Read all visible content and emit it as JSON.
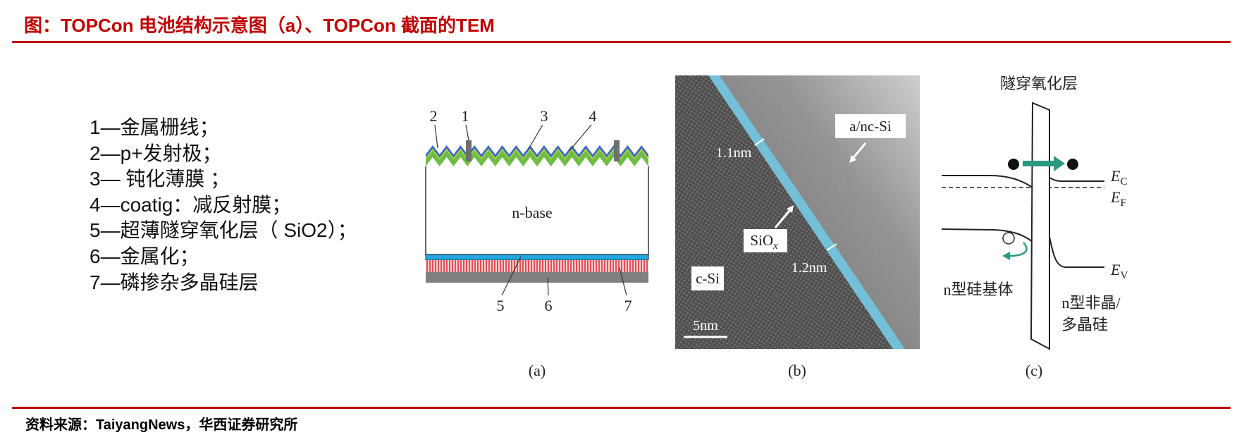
{
  "title": "图：TOPCon 电池结构示意图（a）、TOPCon 截面的TEM",
  "legend": [
    "1—金属栅线；",
    "2—p+发射极；",
    "3— 钝化薄膜 ；",
    "4—coatig：减反射膜；",
    "5—超薄隧穿氧化层（ SiO2）；",
    "6—金属化；",
    "7—磷掺杂多晶硅层"
  ],
  "figure_a": {
    "top_labels": [
      "2",
      "1",
      "3",
      "4"
    ],
    "bottom_labels": [
      "5",
      "6",
      "7"
    ],
    "base_label": "n-base",
    "caption": "(a)"
  },
  "figure_b": {
    "amorphous_label": "a/nc-Si",
    "top_thickness": "1.1nm",
    "oxide_label": "SiO",
    "oxide_subscript": "x",
    "bottom_thickness": "1.2nm",
    "substrate_label": "c-Si",
    "scale_bar": "5nm",
    "caption": "(b)"
  },
  "figure_c": {
    "barrier_label": "隧穿氧化层",
    "conduction_band": {
      "symbol": "E",
      "subscript": "C"
    },
    "fermi_level": {
      "symbol": "E",
      "subscript": "F"
    },
    "valence_band": {
      "symbol": "E",
      "subscript": "V"
    },
    "left_region": "n型硅基体",
    "right_region": [
      "n型非晶/",
      "多晶硅"
    ],
    "caption": "(c)"
  },
  "source": "资料来源：TaiyangNews，华西证券研究所",
  "colors": {
    "title_red": "#c00000",
    "antireflection_blue": "#3f6cc0",
    "interlayer_yellow": "#d4de3a",
    "passivation_green": "#6fbd45",
    "metal_gray": "#6f6f6f",
    "oxide_cyan": "#22a7e0",
    "poly_red": "#e0505a",
    "rear_gray": "#808080",
    "tem_stripe": "#74c0d8",
    "tunnel_teal": "#2a9a80"
  }
}
